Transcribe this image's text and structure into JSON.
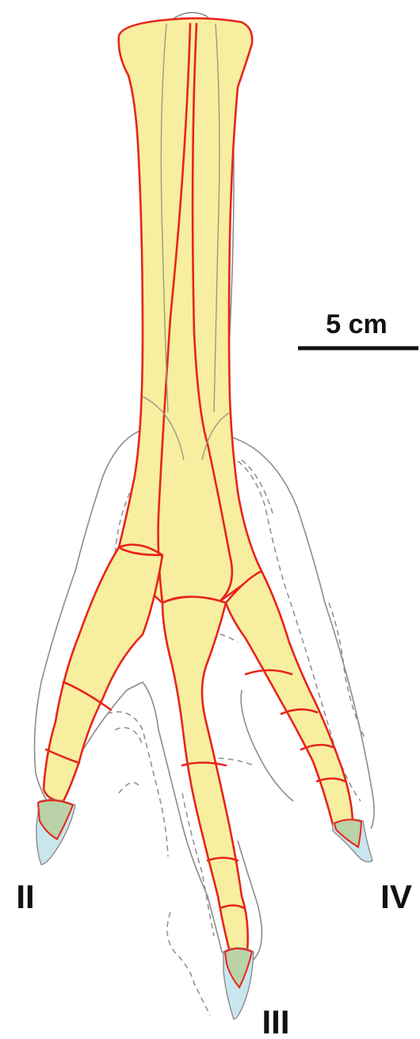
{
  "figure": {
    "scale_bar": {
      "label": "5 cm"
    },
    "digit_labels": {
      "digit_ii": "II",
      "digit_iii": "III",
      "digit_iv": "IV"
    }
  },
  "colors": {
    "bone_fill": "#f7eea0",
    "bone_outline": "#e8241c",
    "soft_tissue_outline": "#8c8c8c",
    "claw_sheath": "#c9e5ee"
  }
}
